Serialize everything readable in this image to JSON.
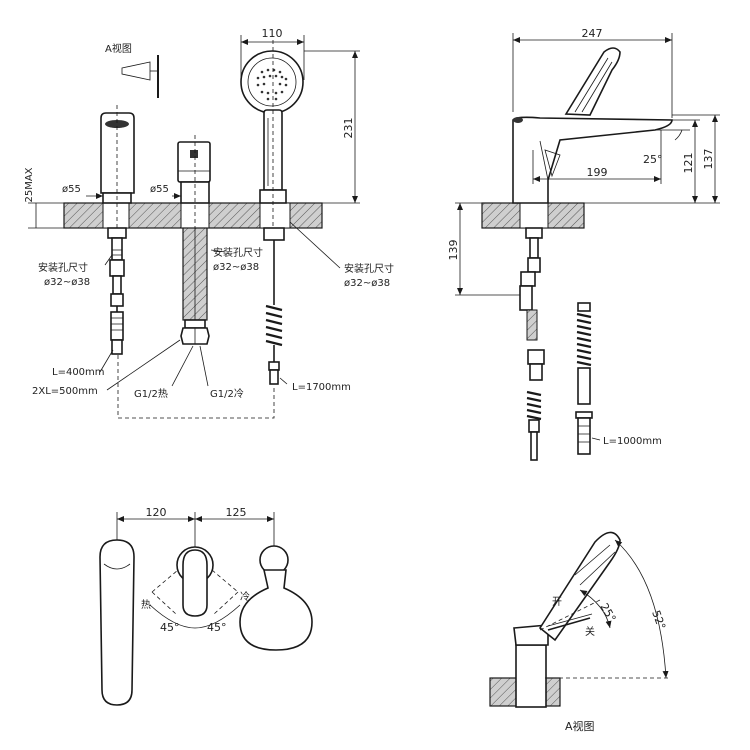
{
  "front_view": {
    "view_label": "A视图",
    "dim_handshower_width": "110",
    "dim_handshower_height": "231",
    "dim_deck_max": "25MAX",
    "dim_spout_dia": "ø55",
    "dim_valve_dia": "ø55",
    "hole_label_left_1": "安装孔尺寸",
    "hole_label_left_2": "ø32~ø38",
    "hole_label_mid_1": "安装孔尺寸",
    "hole_label_mid_2": "ø32~ø38",
    "hole_label_right_1": "安装孔尺寸",
    "hole_label_right_2": "ø32~ø38",
    "hose_short": "L=400mm",
    "hose_pair": "2XL=500mm",
    "conn_hot": "G1/2热",
    "conn_cold": "G1/2冷",
    "hose_long": "L=1700mm"
  },
  "side_view": {
    "dim_overall_length": "247",
    "dim_reach": "199",
    "dim_height_121": "121",
    "dim_height_137": "137",
    "dim_angle": "25°",
    "dim_below_deck": "139",
    "hose_length": "L=1000mm"
  },
  "top_view": {
    "dim_spacing_left": "120",
    "dim_spacing_right": "125",
    "label_hot": "热",
    "label_cold": "冷",
    "angle_left": "45°",
    "angle_right": "45°"
  },
  "a_view": {
    "label_open": "开",
    "label_close": "关",
    "angle_small": "25°",
    "angle_large": "52°",
    "caption": "A视图"
  }
}
